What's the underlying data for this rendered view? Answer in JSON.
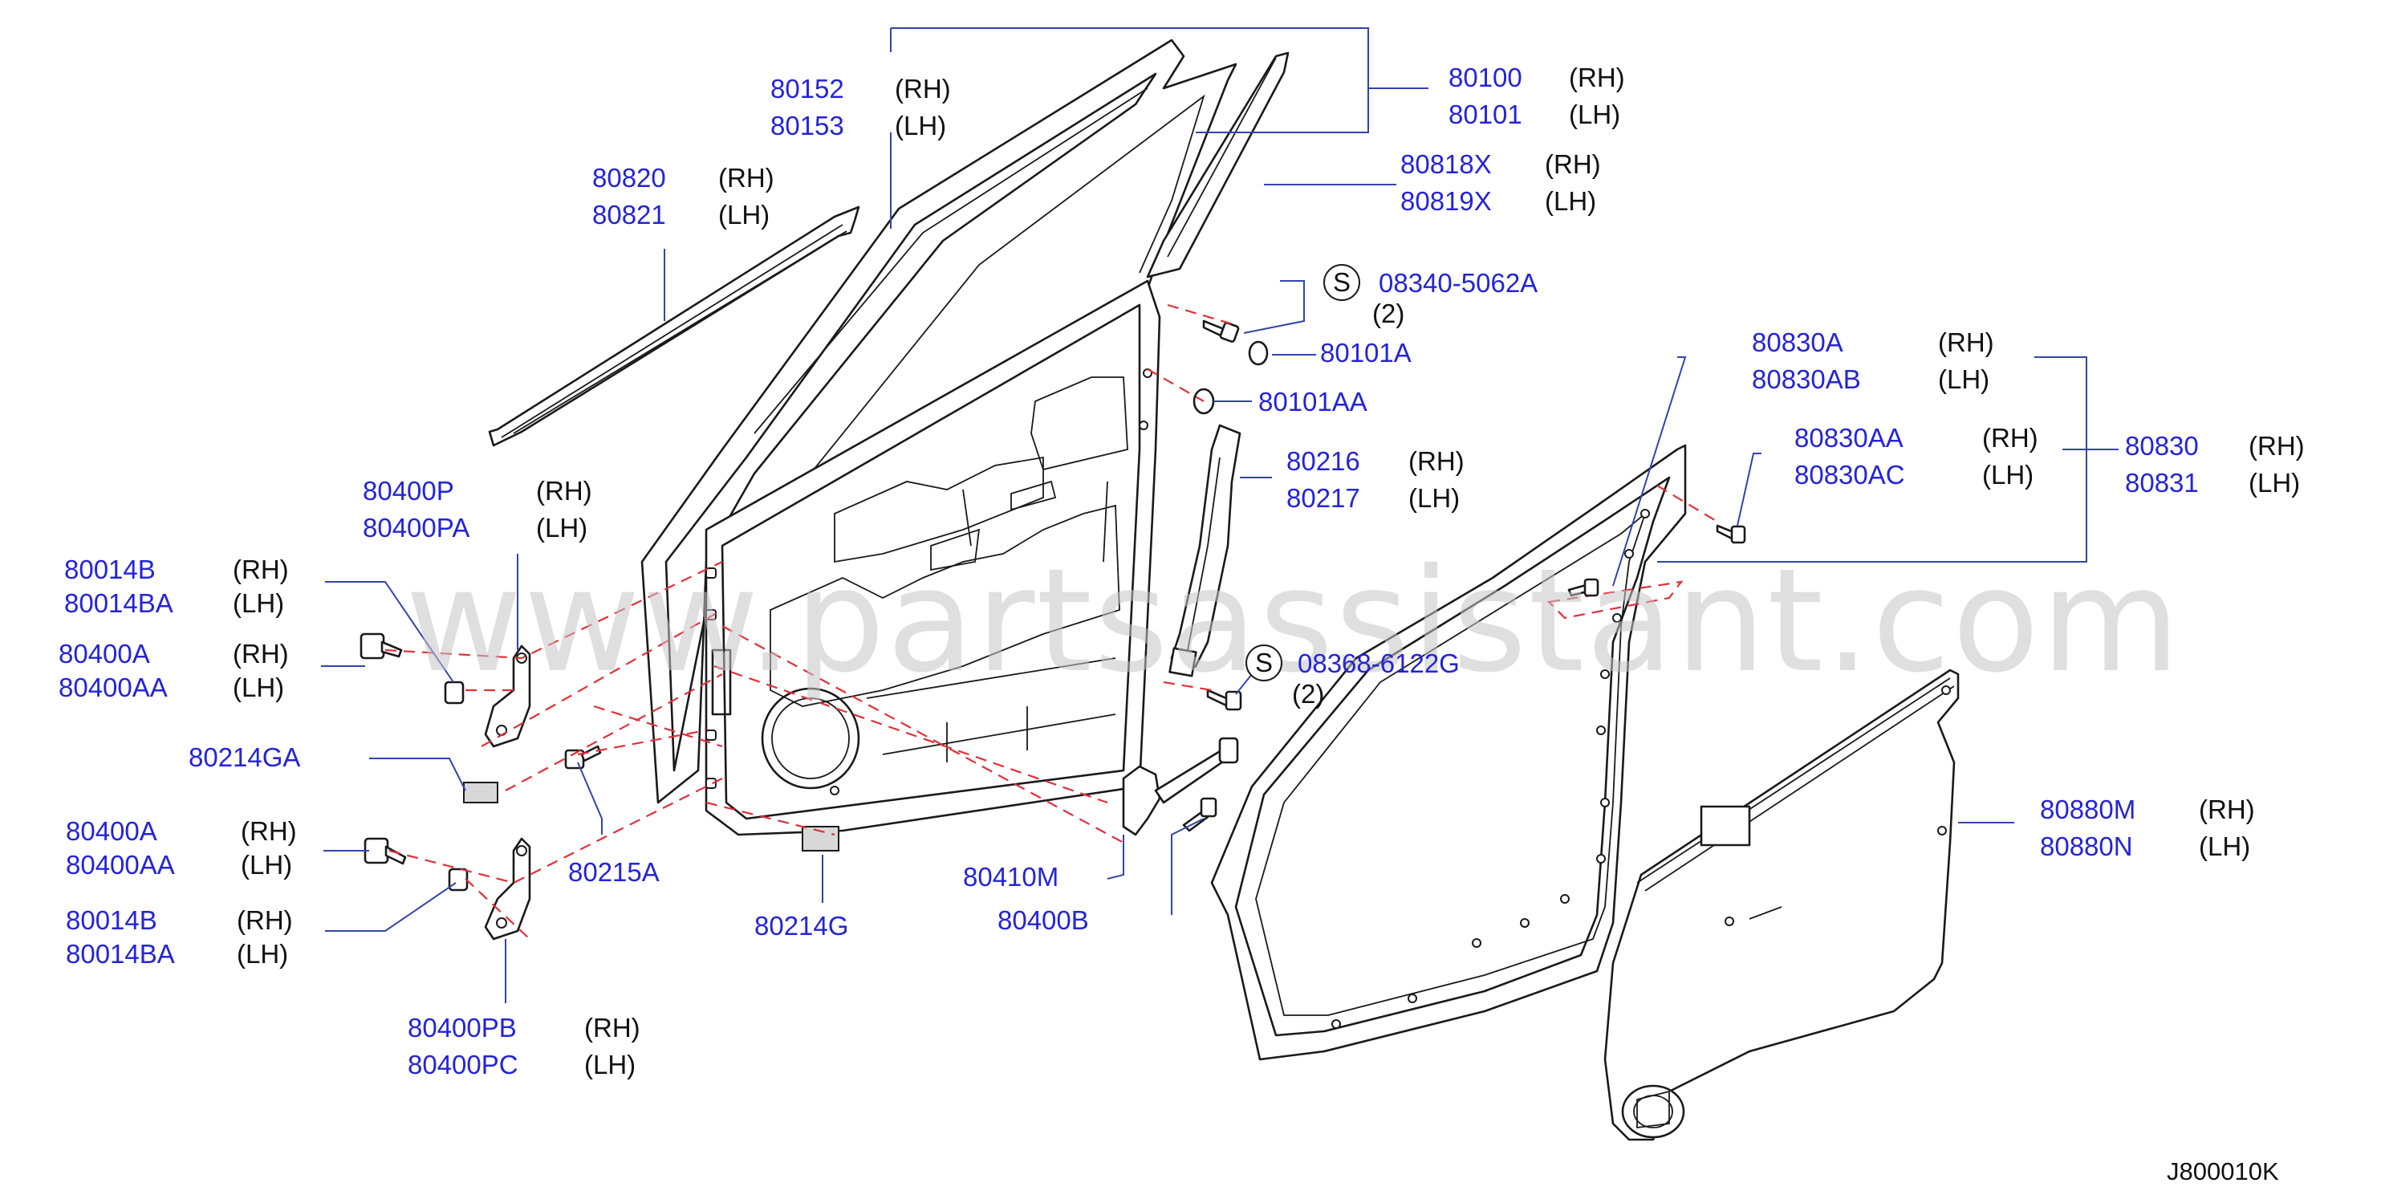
{
  "diagram": {
    "watermark": "www.partsassistant.com",
    "code": "J800010K",
    "callouts": [
      {
        "id": "c1",
        "lines": [
          {
            "part": "80152",
            "side": "(RH)"
          },
          {
            "part": "80153",
            "side": "(LH)"
          }
        ]
      },
      {
        "id": "c2",
        "lines": [
          {
            "part": "80100",
            "side": "(RH)"
          },
          {
            "part": "80101",
            "side": "(LH)"
          }
        ]
      },
      {
        "id": "c3",
        "lines": [
          {
            "part": "80818X",
            "side": "(RH)"
          },
          {
            "part": "80819X",
            "side": "(LH)"
          }
        ]
      },
      {
        "id": "c4",
        "lines": [
          {
            "part": "80820",
            "side": "(RH)"
          },
          {
            "part": "80821",
            "side": "(LH)"
          }
        ]
      },
      {
        "id": "c5",
        "symbol": "S",
        "lines": [
          {
            "part": "08340-5062A",
            "side": ""
          }
        ],
        "qty": "(2)"
      },
      {
        "id": "c6",
        "lines": [
          {
            "part": "80101A",
            "side": ""
          }
        ]
      },
      {
        "id": "c7",
        "lines": [
          {
            "part": "80101AA",
            "side": ""
          }
        ]
      },
      {
        "id": "c8",
        "lines": [
          {
            "part": "80830A",
            "side": "(RH)"
          },
          {
            "part": "80830AB",
            "side": "(LH)"
          }
        ]
      },
      {
        "id": "c9",
        "lines": [
          {
            "part": "80830AA",
            "side": "(RH)"
          },
          {
            "part": "80830AC",
            "side": "(LH)"
          }
        ]
      },
      {
        "id": "c10",
        "lines": [
          {
            "part": "80830",
            "side": "(RH)"
          },
          {
            "part": "80831",
            "side": "(LH)"
          }
        ]
      },
      {
        "id": "c11",
        "lines": [
          {
            "part": "80216",
            "side": "(RH)"
          },
          {
            "part": "80217",
            "side": "(LH)"
          }
        ]
      },
      {
        "id": "c12",
        "lines": [
          {
            "part": "80400P",
            "side": "(RH)"
          },
          {
            "part": "80400PA",
            "side": "(LH)"
          }
        ]
      },
      {
        "id": "c13",
        "lines": [
          {
            "part": "80014B",
            "side": "(RH)"
          },
          {
            "part": "80014BA",
            "side": "(LH)"
          }
        ]
      },
      {
        "id": "c14",
        "lines": [
          {
            "part": "80400A",
            "side": "(RH)"
          },
          {
            "part": "80400AA",
            "side": "(LH)"
          }
        ]
      },
      {
        "id": "c15",
        "symbol": "S",
        "lines": [
          {
            "part": "08368-6122G",
            "side": ""
          }
        ],
        "qty": "(2)"
      },
      {
        "id": "c16",
        "lines": [
          {
            "part": "80214GA",
            "side": ""
          }
        ]
      },
      {
        "id": "c17",
        "lines": [
          {
            "part": "80400A",
            "side": "(RH)"
          },
          {
            "part": "80400AA",
            "side": "(LH)"
          }
        ]
      },
      {
        "id": "c18",
        "lines": [
          {
            "part": "80215A",
            "side": ""
          }
        ]
      },
      {
        "id": "c19",
        "lines": [
          {
            "part": "80014B",
            "side": "(RH)"
          },
          {
            "part": "80014BA",
            "side": "(LH)"
          }
        ]
      },
      {
        "id": "c20",
        "lines": [
          {
            "part": "80410M",
            "side": ""
          }
        ]
      },
      {
        "id": "c21",
        "lines": [
          {
            "part": "80400B",
            "side": ""
          }
        ]
      },
      {
        "id": "c22",
        "lines": [
          {
            "part": "80214G",
            "side": ""
          }
        ]
      },
      {
        "id": "c23",
        "lines": [
          {
            "part": "80880M",
            "side": "(RH)"
          },
          {
            "part": "80880N",
            "side": "(LH)"
          }
        ]
      },
      {
        "id": "c24",
        "lines": [
          {
            "part": "80400PB",
            "side": "(RH)"
          },
          {
            "part": "80400PC",
            "side": "(LH)"
          }
        ]
      }
    ]
  }
}
